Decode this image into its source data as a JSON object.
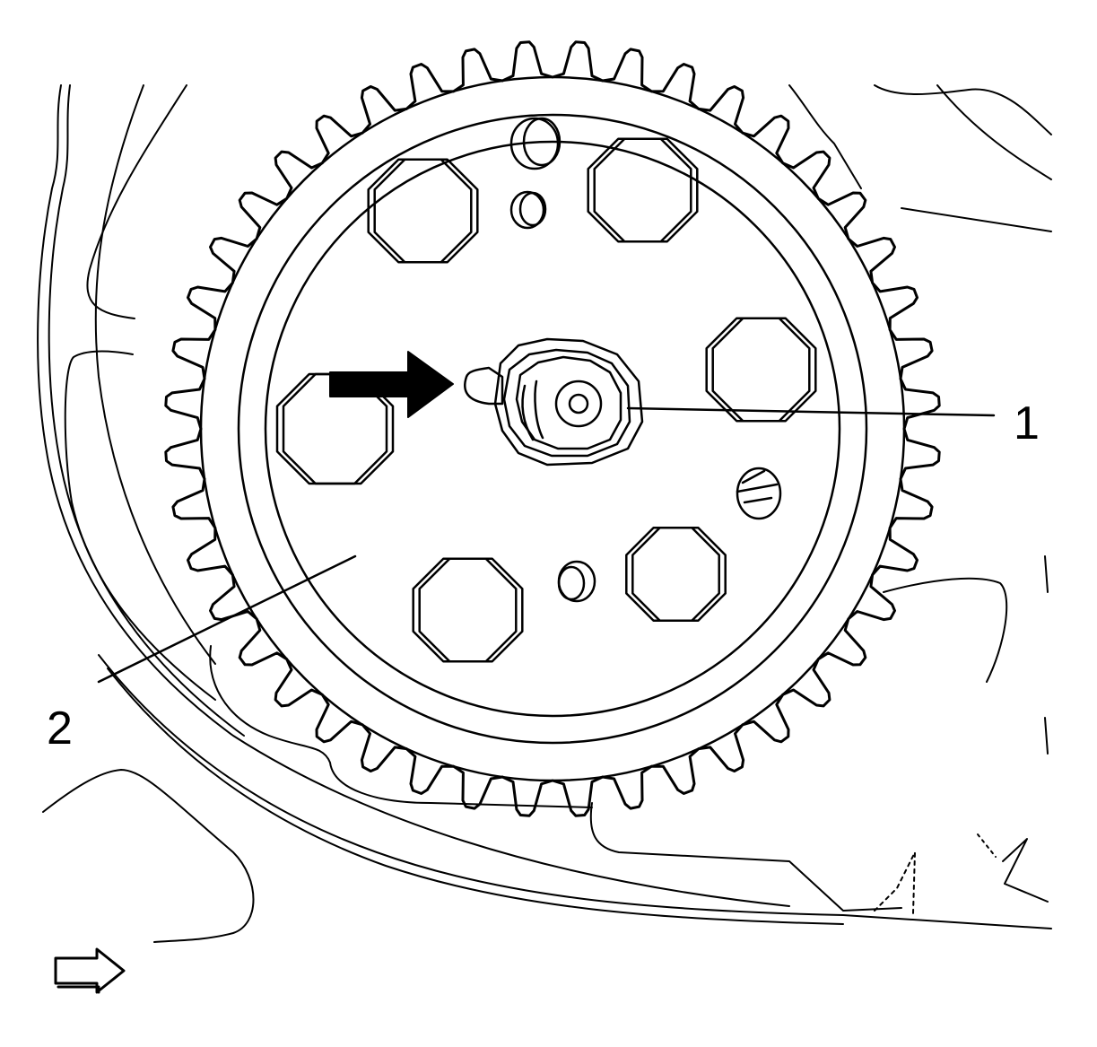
{
  "callouts": [
    {
      "id": "1",
      "text": "1"
    },
    {
      "id": "2",
      "text": "2"
    }
  ],
  "gear": {
    "teeth": 44
  },
  "colors": {
    "line": "#000000",
    "background": "#ffffff"
  },
  "icons": [
    "pointer-arrow-icon",
    "view-direction-arrow-icon"
  ]
}
